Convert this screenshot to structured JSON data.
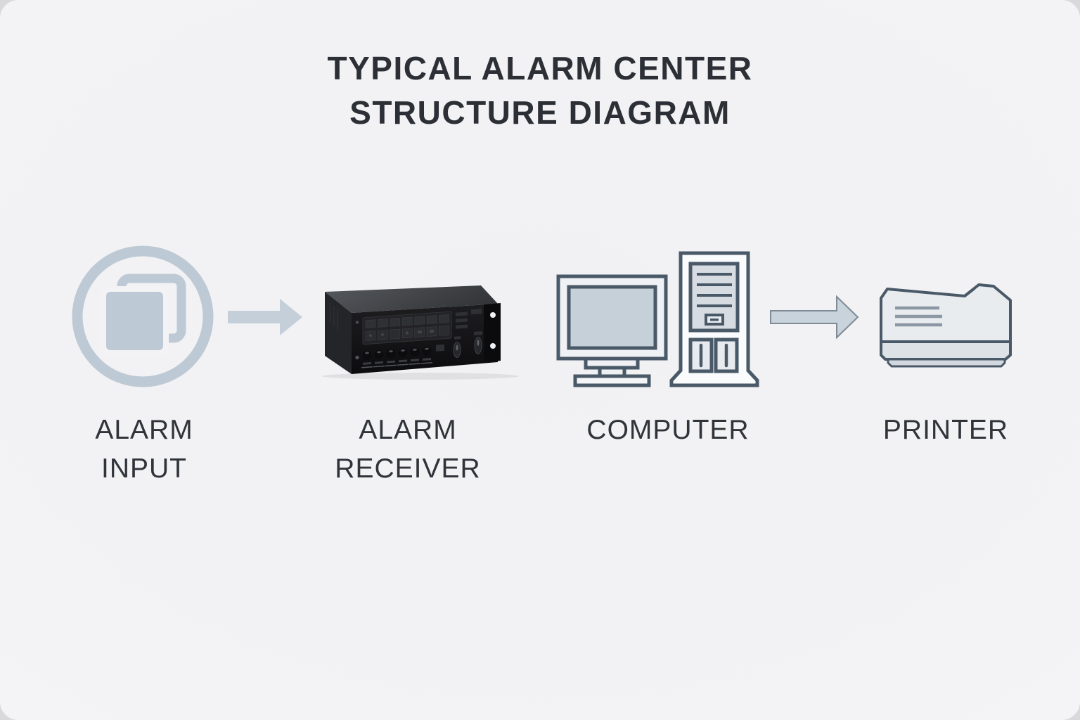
{
  "title": {
    "line1": "TYPICAL ALARM CENTER",
    "line2": "STRUCTURE DIAGRAM"
  },
  "nodes": [
    {
      "id": "alarm-input",
      "icon": "copy-documents-circle-icon",
      "label_lines": [
        "ALARM",
        "INPUT"
      ]
    },
    {
      "id": "alarm-receiver",
      "icon": "alarm-receiver-device-photo",
      "label_lines": [
        "ALARM",
        "RECEIVER"
      ]
    },
    {
      "id": "computer",
      "icon": "desktop-computer-icon",
      "label_lines": [
        "COMPUTER"
      ]
    },
    {
      "id": "printer",
      "icon": "printer-icon",
      "label_lines": [
        "PRINTER"
      ]
    }
  ],
  "connections": [
    {
      "from": "alarm-input",
      "to": "alarm-receiver",
      "style": "solid-right-arrow"
    },
    {
      "from": "computer",
      "to": "printer",
      "style": "outlined-right-arrow"
    }
  ],
  "colors": {
    "page_background": "#f3f3f5",
    "title_text": "#2c3036",
    "label_text": "#30343a",
    "muted_icon": "#bdc9d4",
    "arrow_fill": "#c6d0da",
    "arrow_outline": "#7e8a96",
    "line_icon_outline": "#4e5c6a",
    "line_icon_fill_light": "#eaedf0",
    "line_icon_fill_mid": "#c7d1da",
    "device_black": "#141416"
  }
}
